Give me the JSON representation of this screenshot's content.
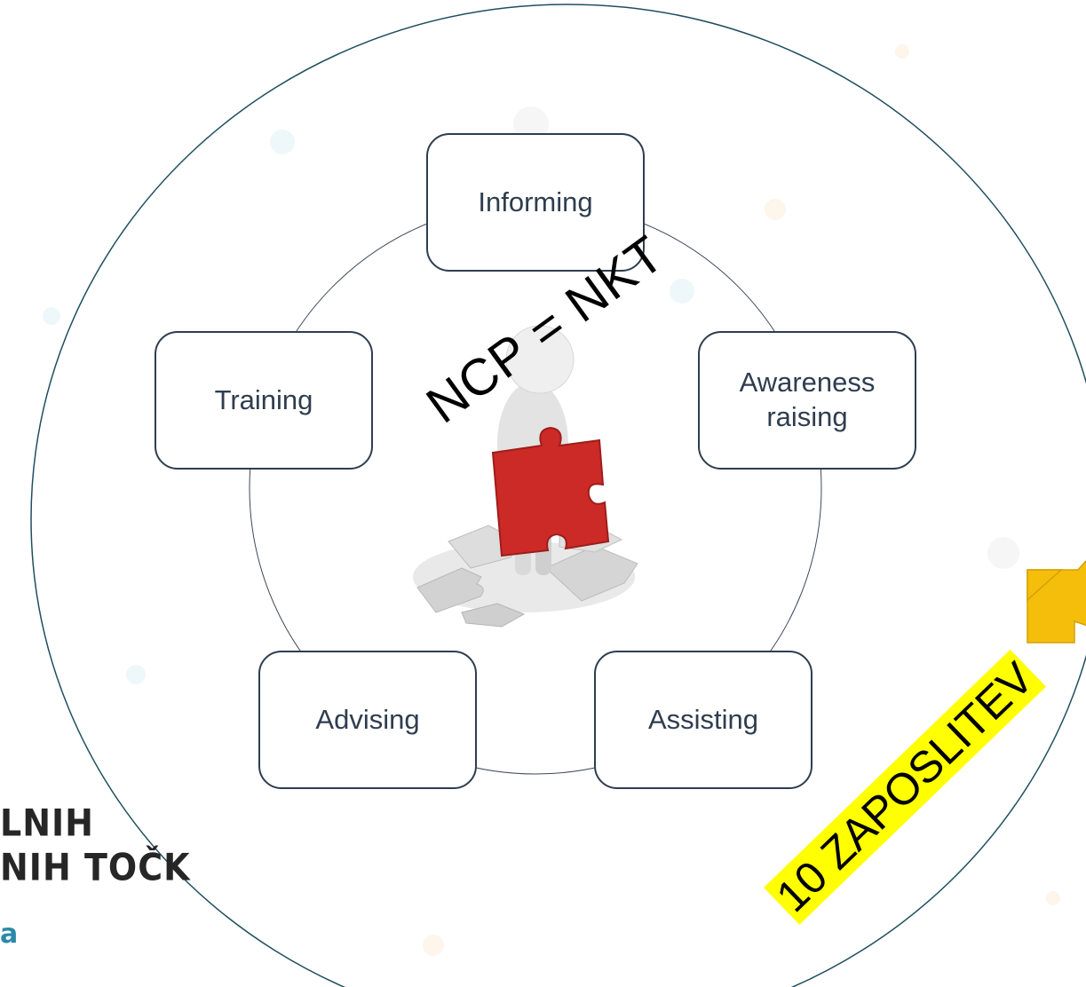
{
  "diagram": {
    "center_label": "NCP = NKT",
    "nodes": [
      {
        "id": "informing",
        "lines": [
          "Informing"
        ]
      },
      {
        "id": "awareness",
        "lines": [
          "Awareness",
          "raising"
        ]
      },
      {
        "id": "assisting",
        "lines": [
          "Assisting"
        ]
      },
      {
        "id": "advising",
        "lines": [
          "Advising"
        ]
      },
      {
        "id": "training",
        "lines": [
          "Training"
        ]
      }
    ],
    "highlight_label": "10 ZAPOSLITEV"
  },
  "logo": {
    "line1": "LNIH",
    "line2": "NIH TOČK",
    "line3": "a"
  },
  "colors": {
    "outer_circle": "#1f4f5e",
    "box_border": "#2f3d4f",
    "arrow_fill": "#f5be0b",
    "arrow_stroke": "#d4a006",
    "highlight": "#ffff00",
    "puzzle_red": "#cc2a27"
  }
}
